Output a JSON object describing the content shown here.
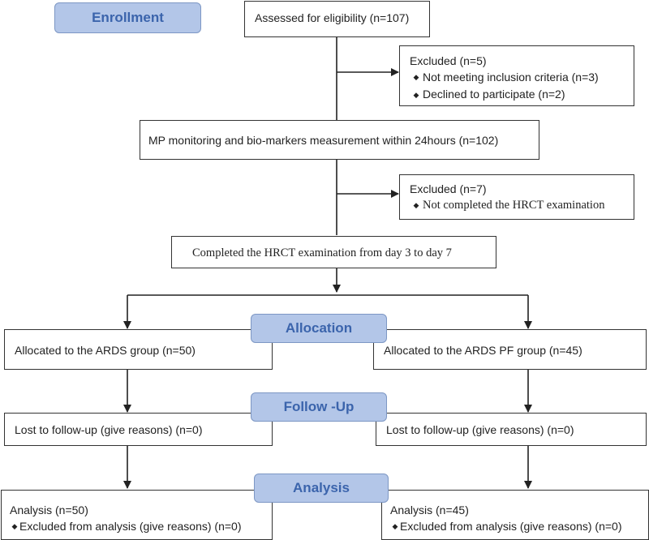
{
  "labels": {
    "enrollment": "Enrollment",
    "allocation": "Allocation",
    "followup": "Follow -Up",
    "analysis": "Analysis"
  },
  "boxes": {
    "assessed": "Assessed for eligibility (n=107)",
    "excluded1": {
      "title": "Excluded  (n=5)",
      "items": [
        "Not meeting inclusion criteria (n=3)",
        "Declined to participate (n=2)"
      ]
    },
    "mp_monitoring": "MP monitoring and bio-markers measurement within 24hours (n=102)",
    "excluded2": {
      "title": "Excluded  (n=7)",
      "items": [
        "Not completed the HRCT examination"
      ]
    },
    "hrct": "Completed the  HRCT examination from day 3 to day 7",
    "alloc_ards": "Allocated to the ARDS group  (n=50)",
    "alloc_ards_pf": "Allocated to the ARDS PF group (n=45)",
    "lost_left": "Lost to follow-up (give reasons) (n=0)",
    "lost_right": "Lost to follow-up (give reasons) (n=0)",
    "analysis_left": {
      "title": "Analysis  (n=50)",
      "item": "Excluded from analysis (give reasons) (n=0)"
    },
    "analysis_right": {
      "title": "Analysis  (n=45)",
      "item": "Excluded from analysis (give reasons) (n=0)"
    }
  },
  "bullet_glyph": "◆"
}
